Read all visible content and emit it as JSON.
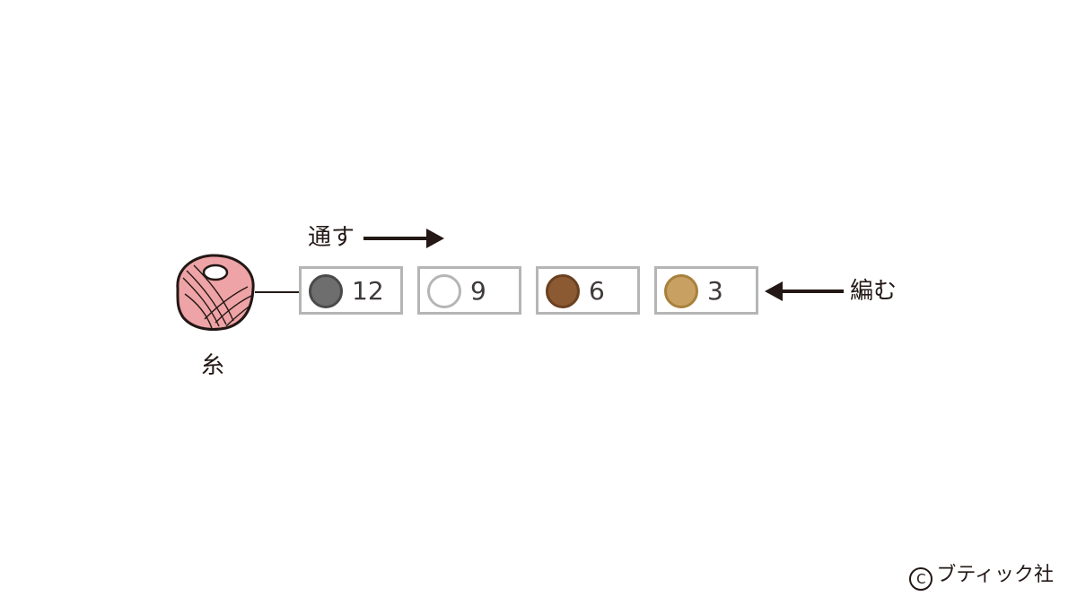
{
  "labels": {
    "pass": "通す",
    "knit": "編む",
    "yarn": "糸"
  },
  "beads": [
    {
      "count": "12",
      "fill": "#6e6e6e",
      "stroke": "#4a4a4a"
    },
    {
      "count": "9",
      "fill": "#ffffff",
      "stroke": "#b5b5b5"
    },
    {
      "count": "6",
      "fill": "#8b5a32",
      "stroke": "#6b4020"
    },
    {
      "count": "3",
      "fill": "#c8a062",
      "stroke": "#a8803c"
    }
  ],
  "yarn_ball": {
    "color": "#eea3a6",
    "outline": "#231815"
  },
  "copyright": {
    "symbol": "C",
    "text": "ブティック社"
  }
}
